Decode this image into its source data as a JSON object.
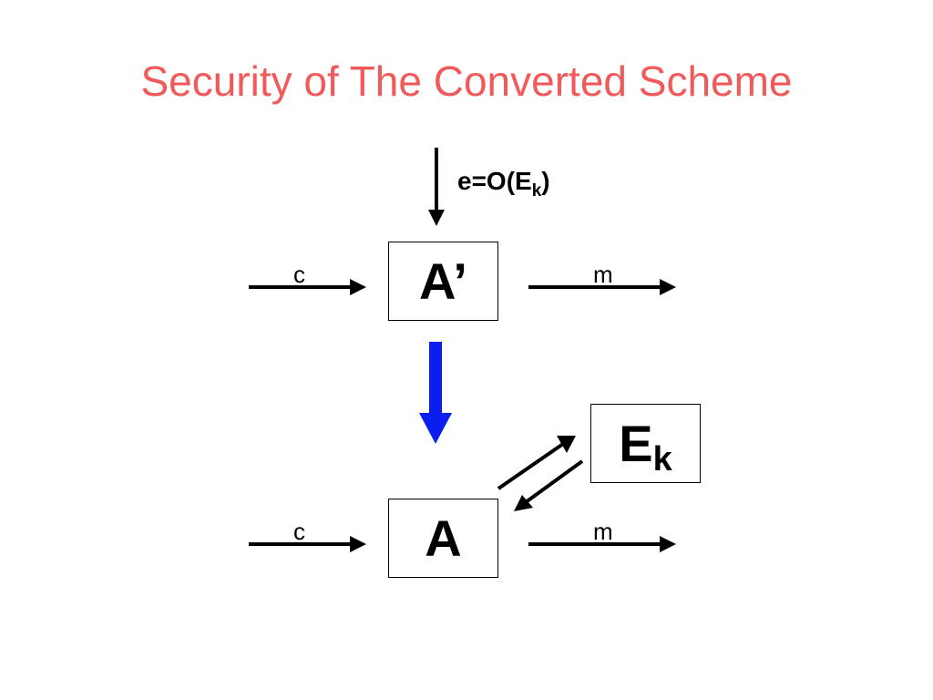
{
  "title": "Security of The Converted Scheme",
  "oracle": {
    "label_prefix": "e=O(E",
    "label_sub": "k",
    "label_suffix": ")"
  },
  "top_row": {
    "box_label": "A’",
    "input_label": "c",
    "output_label": "m"
  },
  "bottom_row": {
    "box_label": "A",
    "input_label": "c",
    "output_label": "m"
  },
  "ek_box": {
    "label_main": "E",
    "label_sub": "k"
  },
  "colors": {
    "title": "#f05a5a",
    "reduction_arrow": "#0a1ef0",
    "lines": "#000000"
  }
}
